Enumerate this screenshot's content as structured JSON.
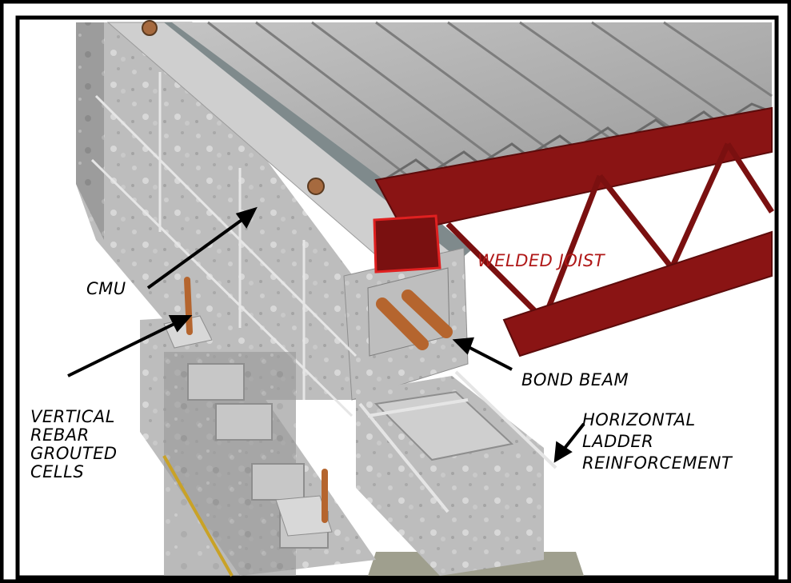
{
  "labels": {
    "cmu": "CMU",
    "vertical_rebar": [
      "VERTICAL",
      "REBAR",
      "GROUTED",
      "CELLS"
    ],
    "welded_joist": "WELDED JOIST",
    "bond_beam": "BOND BEAM",
    "horizontal_ladder": [
      "HORIZONTAL",
      "LADDER",
      "REINFORCEMENT"
    ]
  },
  "colors": {
    "frame": "#000000",
    "concrete": "#b9b9b9",
    "concrete_dark": "#8e8e8e",
    "concrete_light": "#d4d4d4",
    "deck": "#a9a9a9",
    "deck_shadow": "#7d7d7d",
    "steel": "#8a1414",
    "steel_dark": "#5c0b0b",
    "rebar": "#b5652e",
    "weld_highlight": "#e02020",
    "label_red": "#b01818"
  }
}
